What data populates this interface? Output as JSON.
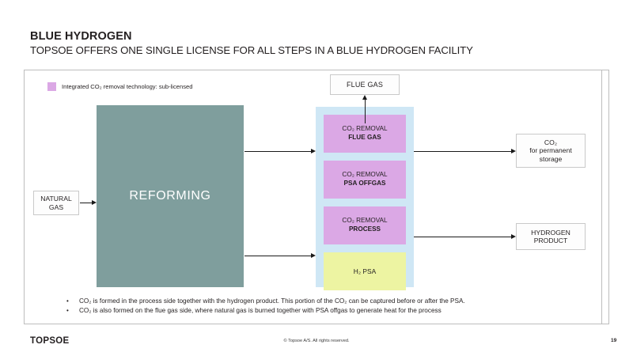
{
  "slide": {
    "title_main": "BLUE HYDROGEN",
    "title_sub": "TOPSOE OFFERS ONE SINGLE LICENSE FOR ALL STEPS IN A BLUE HYDROGEN FACILITY"
  },
  "legend": {
    "swatch_color": "#dba8e5",
    "text": "Integrated CO₂ removal technology: sub-licensed"
  },
  "diagram": {
    "inputs": [
      {
        "id": "natural-gas",
        "label": "NATURAL\nGAS"
      }
    ],
    "reforming": {
      "label": "REFORMING",
      "color": "#7f9e9d"
    },
    "license_container": {
      "color": "#cfe7f5",
      "boxes": [
        {
          "id": "co2-removal-flue-gas",
          "line1": "CO₂ REMOVAL",
          "line2": "FLUE GAS",
          "color": "#dba8e5"
        },
        {
          "id": "co2-removal-psa-offgas",
          "line1": "CO₂ REMOVAL",
          "line2": "PSA OFFGAS",
          "color": "#dba8e5"
        },
        {
          "id": "co2-removal-process",
          "line1": "CO₂ REMOVAL",
          "line2": "PROCESS",
          "color": "#dba8e5"
        },
        {
          "id": "h2-psa",
          "line1": "H₂ PSA",
          "line2": "",
          "color": "#edf4a2"
        }
      ]
    },
    "outputs": [
      {
        "id": "flue-gas",
        "label": "FLUE GAS"
      },
      {
        "id": "co2-storage",
        "label": "CO₂\nfor permanent\nstorage"
      },
      {
        "id": "h2-product",
        "label": "HYDROGEN\nPRODUCT"
      }
    ]
  },
  "bullets": [
    {
      "marker": "•",
      "text": "CO₂ is formed in the process side together with the hydrogen product. This portion of the CO₂ can be captured before or after the PSA."
    },
    {
      "marker": "•",
      "text": "CO₂ is also formed on the flue gas side, where natural gas is burned together with PSA offgas to generate heat for the process"
    }
  ],
  "footer": {
    "logo": "TOPSOE",
    "copyright": "© Topsoe A/S. All rights reserved.",
    "page_number": "19"
  }
}
